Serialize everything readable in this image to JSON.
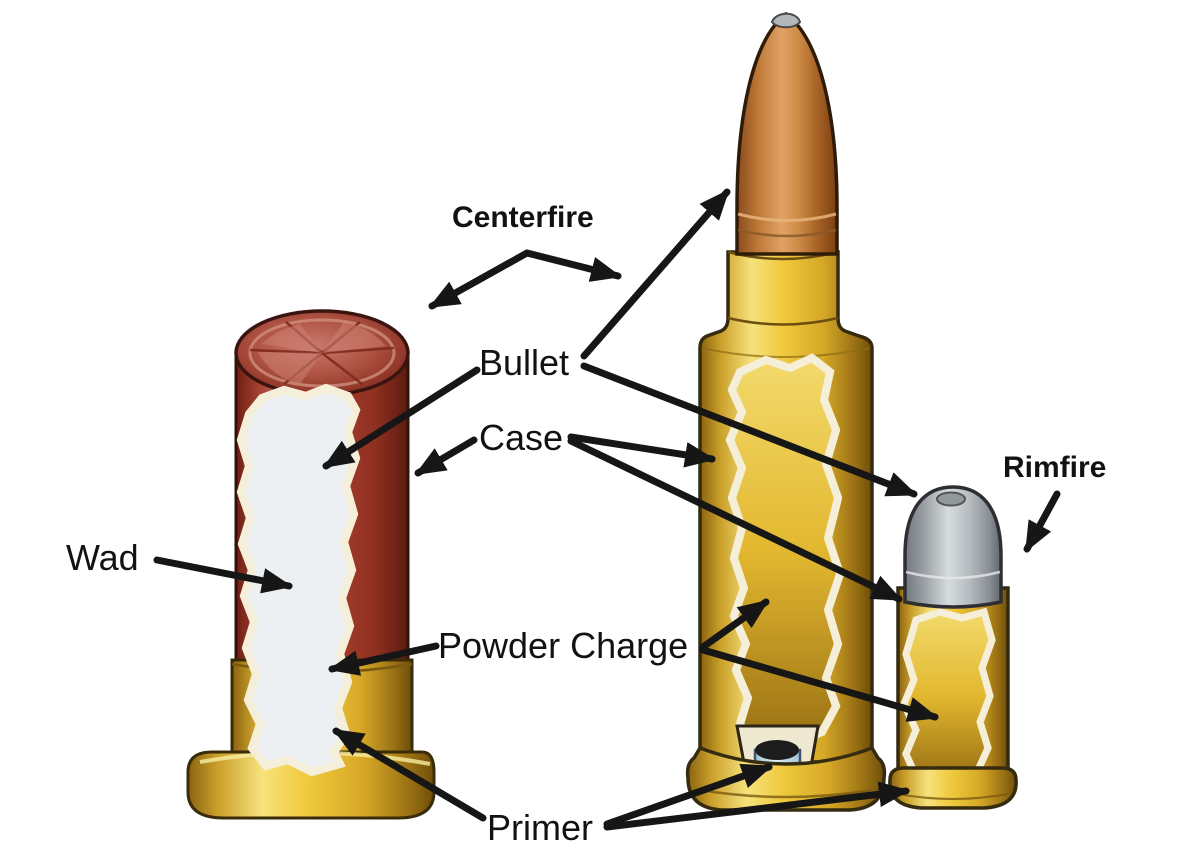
{
  "diagram": {
    "labels": {
      "centerfire": "Centerfire",
      "bullet": "Bullet",
      "case": "Case",
      "wad": "Wad",
      "powder_charge": "Powder Charge",
      "primer": "Primer",
      "rimfire": "Rimfire"
    },
    "colors": {
      "background": "#ffffff",
      "label_text": "#121212",
      "arrow": "#161616",
      "shotshell_red": "#a93a2a",
      "brass_yellow": "#eec93e",
      "bullet_copper": "#c9823f",
      "rimfire_bullet_gray": "#b6bbc0",
      "powder_gray": "#a5abb5",
      "primer_blue": "#c9e2ef"
    }
  }
}
